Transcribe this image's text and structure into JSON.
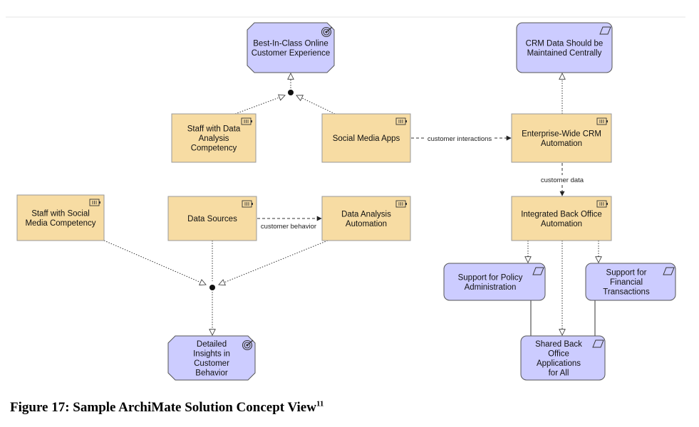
{
  "caption": {
    "text": "Figure 17: Sample ArchiMate Solution Concept View",
    "footnote": "11"
  },
  "colors": {
    "goal_fill": "#ccccff",
    "principle_fill": "#ccccff",
    "capability_fill": "#f7dca3",
    "stroke": "#555555",
    "line": "#333333"
  },
  "nodes": {
    "goal_online_experience": {
      "lines": [
        "Best-In-Class Online",
        "Customer Experience"
      ],
      "type": "goal",
      "icon": "target-icon"
    },
    "principle_crm_data": {
      "lines": [
        "CRM Data Should be",
        "Maintained Centrally"
      ],
      "type": "principle",
      "icon": "parallelogram-icon"
    },
    "cap_staff_data_analysis": {
      "lines": [
        "Staff with Data",
        "Analysis",
        "Competency"
      ],
      "type": "capability",
      "icon": "capability-icon"
    },
    "cap_social_media_apps": {
      "lines": [
        "Social Media Apps"
      ],
      "type": "capability",
      "icon": "capability-icon"
    },
    "cap_enterprise_crm": {
      "lines": [
        "Enterprise-Wide CRM",
        "Automation"
      ],
      "type": "capability",
      "icon": "capability-icon"
    },
    "cap_staff_social_media": {
      "lines": [
        "Staff with Social",
        "Media Competency"
      ],
      "type": "capability",
      "icon": "capability-icon"
    },
    "cap_data_sources": {
      "lines": [
        "Data Sources"
      ],
      "type": "capability",
      "icon": "capability-icon"
    },
    "cap_data_analysis_automation": {
      "lines": [
        "Data Analysis",
        "Automation"
      ],
      "type": "capability",
      "icon": "capability-icon"
    },
    "cap_integrated_back_office": {
      "lines": [
        "Integrated Back Office",
        "Automation"
      ],
      "type": "capability",
      "icon": "capability-icon"
    },
    "principle_policy_admin": {
      "lines": [
        "Support for Policy",
        "Administration"
      ],
      "type": "principle",
      "icon": "parallelogram-icon"
    },
    "principle_financial_transactions": {
      "lines": [
        "Support for",
        "Financial",
        "Transactions"
      ],
      "type": "principle",
      "icon": "parallelogram-icon"
    },
    "goal_detailed_insights": {
      "lines": [
        "Detailed",
        "Insights in",
        "Customer",
        "Behavior"
      ],
      "type": "goal",
      "icon": "target-icon"
    },
    "principle_shared_back_office": {
      "lines": [
        "Shared Back",
        "Office",
        "Applications",
        "for All"
      ],
      "type": "principle",
      "icon": "parallelogram-icon"
    }
  },
  "edge_labels": {
    "customer_interactions": "customer interactions",
    "customer_data": "customer data",
    "customer_behavior": "customer behavior"
  }
}
